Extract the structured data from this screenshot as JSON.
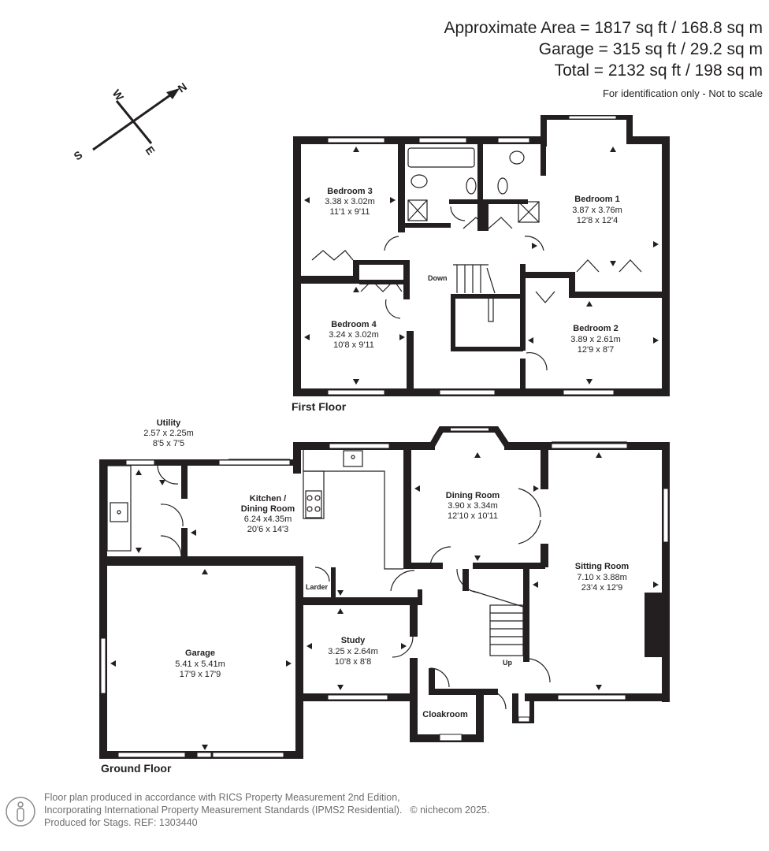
{
  "header": {
    "areas": [
      "Approximate Area = 1817 sq ft / 168.8 sq m",
      "Garage = 315 sq ft / 29.2 sq m",
      "Total = 2132 sq ft / 198 sq m"
    ],
    "disclaimer": "For identification only - Not to scale"
  },
  "compass": {
    "n": "N",
    "s": "S",
    "e": "E",
    "w": "W"
  },
  "first_floor": {
    "label": "First Floor",
    "down_label": "Down",
    "rooms": [
      {
        "name": "Bedroom 3",
        "metric": "3.38 x 3.02m",
        "imperial": "11'1 x 9'11"
      },
      {
        "name": "Bedroom 1",
        "metric": "3.87 x 3.76m",
        "imperial": "12'8 x 12'4"
      },
      {
        "name": "Bedroom 4",
        "metric": "3.24 x 3.02m",
        "imperial": "10'8 x 9'11"
      },
      {
        "name": "Bedroom 2",
        "metric": "3.89 x 2.61m",
        "imperial": "12'9 x 8'7"
      }
    ]
  },
  "ground_floor": {
    "label": "Ground Floor",
    "up_label": "Up",
    "larder_label": "Larder",
    "cloakroom_label": "Cloakroom",
    "rooms": [
      {
        "name": "Utility",
        "metric": "2.57 x 2.25m",
        "imperial": "8'5 x 7'5"
      },
      {
        "name": "Kitchen /",
        "name2": "Dining Room",
        "metric": "6.24 x4.35m",
        "imperial": "20'6 x 14'3"
      },
      {
        "name": "Dining Room",
        "metric": "3.90 x 3.34m",
        "imperial": "12'10 x 10'11"
      },
      {
        "name": "Sitting Room",
        "metric": "7.10 x 3.88m",
        "imperial": "23'4 x 12'9"
      },
      {
        "name": "Garage",
        "metric": "5.41 x 5.41m",
        "imperial": "17'9 x 17'9"
      },
      {
        "name": "Study",
        "metric": "3.25 x 2.64m",
        "imperial": "10'8 x 8'8"
      }
    ]
  },
  "footer": {
    "line1": "Floor plan produced in accordance with RICS Property Measurement 2nd Edition,",
    "line2": "Incorporating International Property Measurement Standards (IPMS2 Residential).",
    "copyright": "© nichecom 2025.",
    "line3": "Produced for Stags.   REF: 1303440"
  }
}
